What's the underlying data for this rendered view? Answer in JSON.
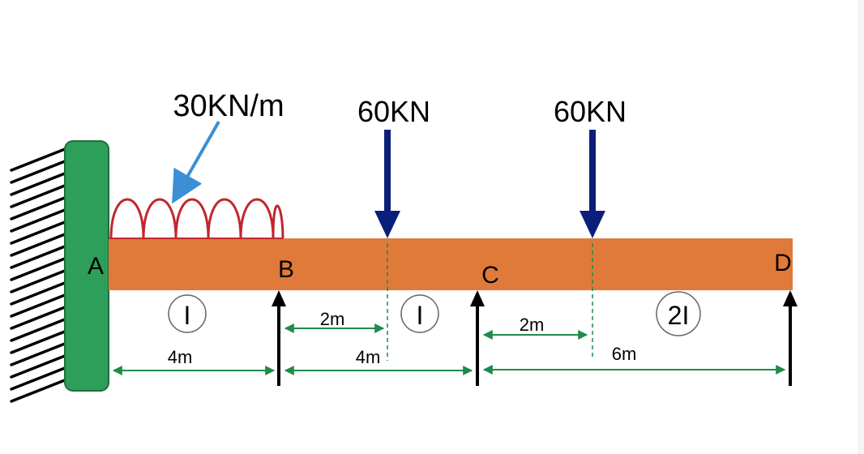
{
  "colors": {
    "support": "#2e9e5b",
    "support_edge": "#1d6e3d",
    "beam": "#e07a3a",
    "udl": "#c1272d",
    "load_arrow": "#0b1f7a",
    "pointer": "#3a8fd6",
    "dimension": "#1f8a4c",
    "reaction": "#000000",
    "text": "#000000"
  },
  "loads": {
    "udl_label": "30KN/m",
    "point_load_1_label": "60KN",
    "point_load_2_label": "60KN"
  },
  "nodes": {
    "a": "A",
    "b": "B",
    "c": "C",
    "d": "D"
  },
  "stiffness": {
    "span_ab": "I",
    "span_bc": "I",
    "span_cd": "2I"
  },
  "dimensions": {
    "ab": "4m",
    "b_to_load1": "2m",
    "bc": "4m",
    "c_to_load2": "2m",
    "cd": "6m"
  }
}
